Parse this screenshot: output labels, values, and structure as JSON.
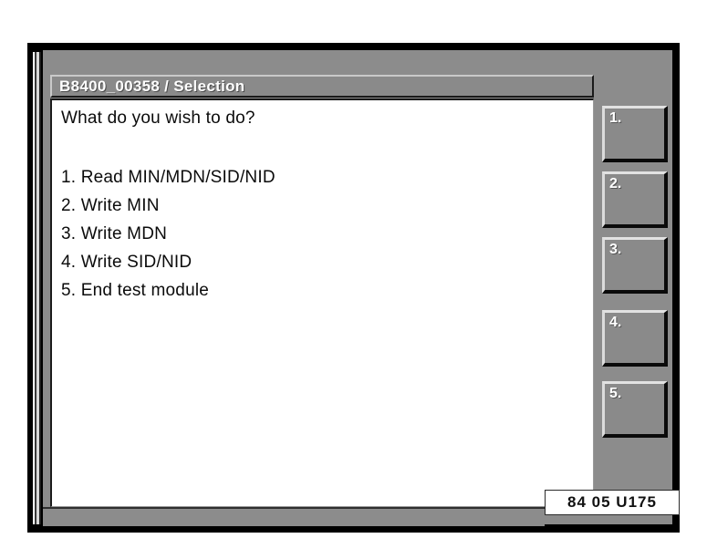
{
  "window": {
    "title": "B8400_00358 / Selection"
  },
  "content": {
    "prompt": "What do you wish to do?",
    "menu_items": [
      "1. Read MIN/MDN/SID/NID",
      "2. Write MIN",
      "3. Write MDN",
      "4. Write SID/NID",
      "5. End test module"
    ]
  },
  "softkeys": [
    {
      "label": "1."
    },
    {
      "label": "2."
    },
    {
      "label": "3."
    },
    {
      "label": "4."
    },
    {
      "label": "5."
    }
  ],
  "status_bar": {
    "code": "84 05 U175"
  },
  "colors": {
    "device_body": "#8c8c8c",
    "bezel": "#000000",
    "screen_background": "#ffffff",
    "title_bar": "#8a8a8a",
    "title_text": "#ffffff",
    "body_text": "#0b0b0b"
  }
}
